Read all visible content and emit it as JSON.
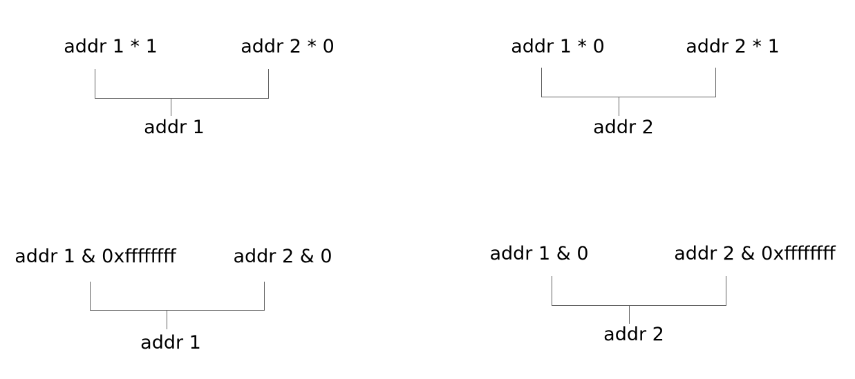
{
  "diagram": {
    "description": "Address selection diagrams: choosing between addr 1 and addr 2 via multiplication by 1/0 or bitwise AND with 0xffffffff/0",
    "colors": {
      "background": "#ffffff",
      "text": "#000000",
      "line": "#606060"
    },
    "groups": [
      {
        "id": "multiply-select-addr1",
        "left_expr": "addr 1 * 1",
        "right_expr": "addr 2 * 0",
        "result": "addr 1"
      },
      {
        "id": "multiply-select-addr2",
        "left_expr": "addr 1 * 0",
        "right_expr": "addr 2 * 1",
        "result": "addr 2"
      },
      {
        "id": "mask-select-addr1",
        "left_expr": "addr 1 & 0xffffffff",
        "right_expr": "addr 2 & 0",
        "result": "addr 1"
      },
      {
        "id": "mask-select-addr2",
        "left_expr": "addr 1 & 0",
        "right_expr": "addr 2 & 0xffffffff",
        "result": "addr 2"
      }
    ]
  }
}
